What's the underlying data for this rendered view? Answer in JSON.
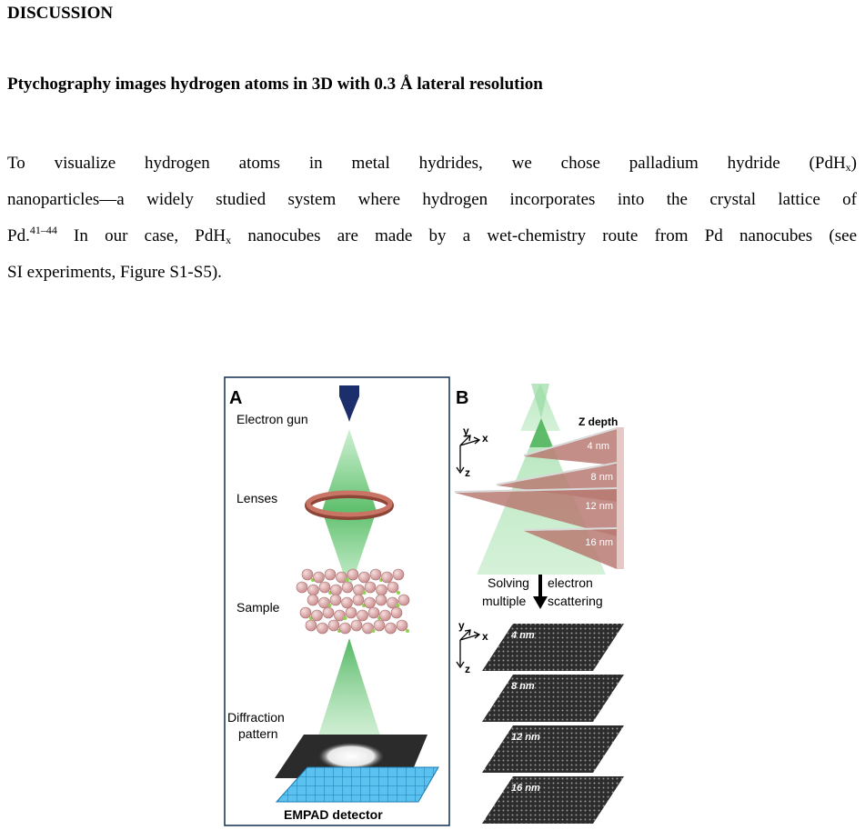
{
  "heading_discussion": "DISCUSSION",
  "heading_section": "Ptychography images hydrogen atoms in 3D with 0.3 Å lateral resolution",
  "paragraph": {
    "l1a": "To visualize hydrogen atoms in metal hydrides, we chose palladium hydride (PdH",
    "l1sub": "x",
    "l1b": ")",
    "l2": "nanoparticles—a widely studied system where hydrogen incorporates into the crystal lattice of",
    "l3a": "Pd.",
    "l3sup": "41–44",
    "l3b": " In our case, PdH",
    "l3sub": "x",
    "l3c": " nanocubes are made by a wet-chemistry route from Pd nanocubes (see",
    "l4": "SI experiments, Figure S1-S5)."
  },
  "figure": {
    "panel_a": {
      "label": "A",
      "electron_gun": "Electron gun",
      "lenses": "Lenses",
      "sample": "Sample",
      "diffraction_line1": "Diffraction",
      "diffraction_line2": "pattern",
      "detector": "EMPAD detector"
    },
    "panel_b": {
      "label": "B",
      "z_depth": "Z depth",
      "axis_y": "y",
      "axis_x": "x",
      "axis_z": "z",
      "slices": [
        "4 nm",
        "8 nm",
        "12 nm",
        "16 nm"
      ],
      "solving_left1": "Solving",
      "solving_left2": "multiple",
      "solving_right1": "electron",
      "solving_right2": "scattering"
    },
    "colors": {
      "frame": "#1f3a5a",
      "beam": "#5cc06a",
      "slab": "#b87a72",
      "lens": "#a8574a",
      "detector": "#2b9fd8",
      "gun": "#1c2e6b"
    }
  }
}
